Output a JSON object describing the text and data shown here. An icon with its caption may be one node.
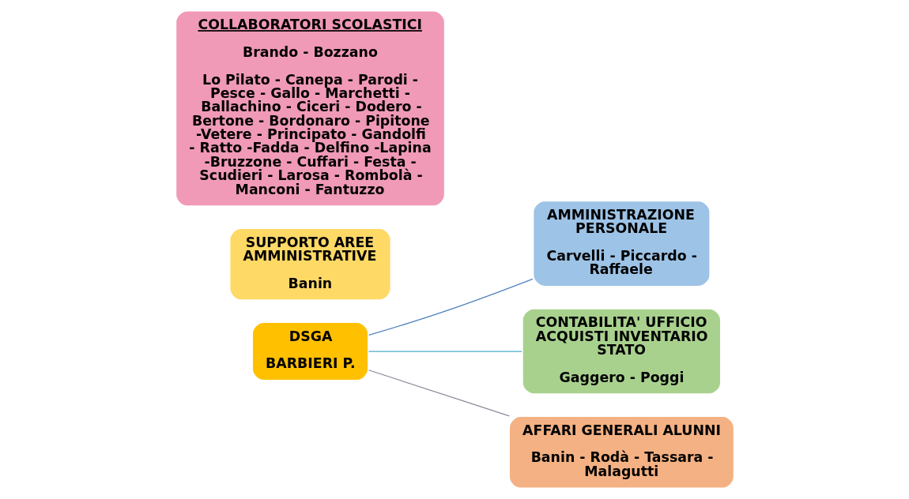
{
  "diagram": {
    "nodes": [
      {
        "text": [
          "DSGA",
          "BARBIERI P."
        ]
      },
      {
        "text": [
          "AMMINISTRAZIONE PERSONALE",
          "Carvelli - Piccardo - Raffaele"
        ]
      },
      {
        "text": [
          "CONTABILITA' UFFICIO ACQUISTI INVENTARIO STATO",
          "Gaggero - Poggi"
        ]
      },
      {
        "text": [
          "AFFARI GENERALI ALUNNI",
          "Banin - Rodà - Tassara - Malagutti"
        ]
      },
      {
        "text": [
          "SUPPORTO AREE AMMINISTRATIVE",
          "Banin"
        ]
      },
      {
        "text": [
          "COLLABORATORI SCOLASTICI",
          "Brando - Bozzano",
          "Lo Pilato - Canepa - Parodi - Pesce - Gallo - Marchetti - Ballachino - Ciceri - Dodero - Bertone - Bordonaro - Pipitone -Vetere - Principato - Gandolfi - Ratto -Fadda - Delfino -Lapina -Bruzzone - Cuffari - Festa - Scudieri - Larosa - Rombolà - Manconi - Fantuzzo"
        ]
      }
    ],
    "edges": [
      {
        "from": 0,
        "to": 1,
        "arrow": "none",
        "color": "#4f81bd"
      },
      {
        "from": 0,
        "to": 2,
        "arrow": "none",
        "color": "#4bacc6"
      },
      {
        "from": 0,
        "to": 3,
        "arrow": "none",
        "color": "#8c8c9c"
      }
    ]
  }
}
